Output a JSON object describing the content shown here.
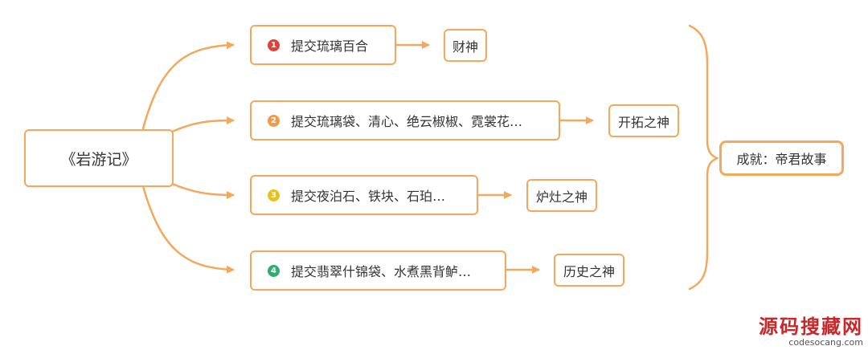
{
  "title": "《岩游记》",
  "colors": {
    "line": "#f3a85c",
    "badge_1": "#e3403a",
    "badge_2": "#f29a47",
    "badge_3": "#e8c21a",
    "badge_4": "#2fae6e"
  },
  "steps": [
    {
      "badge": "1",
      "task": "提交琉璃百合",
      "reward": "财神"
    },
    {
      "badge": "2",
      "task": "提交琉璃袋、清心、绝云椒椒、霓裳花…",
      "reward": "开拓之神"
    },
    {
      "badge": "3",
      "task": "提交夜泊石、铁块、石珀…",
      "reward": "炉灶之神"
    },
    {
      "badge": "4",
      "task": "提交翡翠什锦袋、水煮黑背鲈…",
      "reward": "历史之神"
    }
  ],
  "achievement": "成就：帝君故事",
  "watermark": {
    "main": "源码搜藏网",
    "sub": "codesocang.com"
  }
}
